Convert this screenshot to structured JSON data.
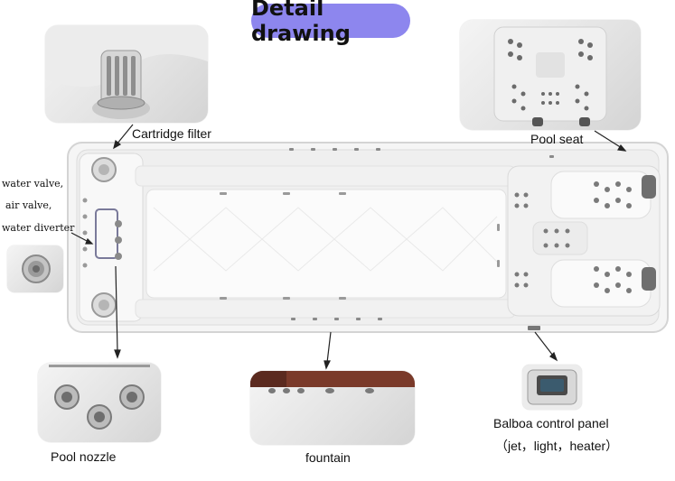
{
  "title": "Detail drawing",
  "labels": {
    "cartridge_filter": "Cartridge filter",
    "pool_seat": "Pool seat",
    "valve_line1": "water valve,",
    "valve_line2": "air valve,",
    "valve_line3": "water diverter",
    "pool_nozzle": "Pool nozzle",
    "fountain": "fountain",
    "control_panel": "Balboa control panel",
    "control_panel_functions": "（jet，light，heater）"
  },
  "colors": {
    "title_bg": "#8d86ee",
    "arrow": "#222222",
    "pool_shell": "#f3f3f3",
    "pool_edge": "#d8d8d8",
    "jet": "#8a8a8a",
    "headrest": "#6f6f6f"
  }
}
